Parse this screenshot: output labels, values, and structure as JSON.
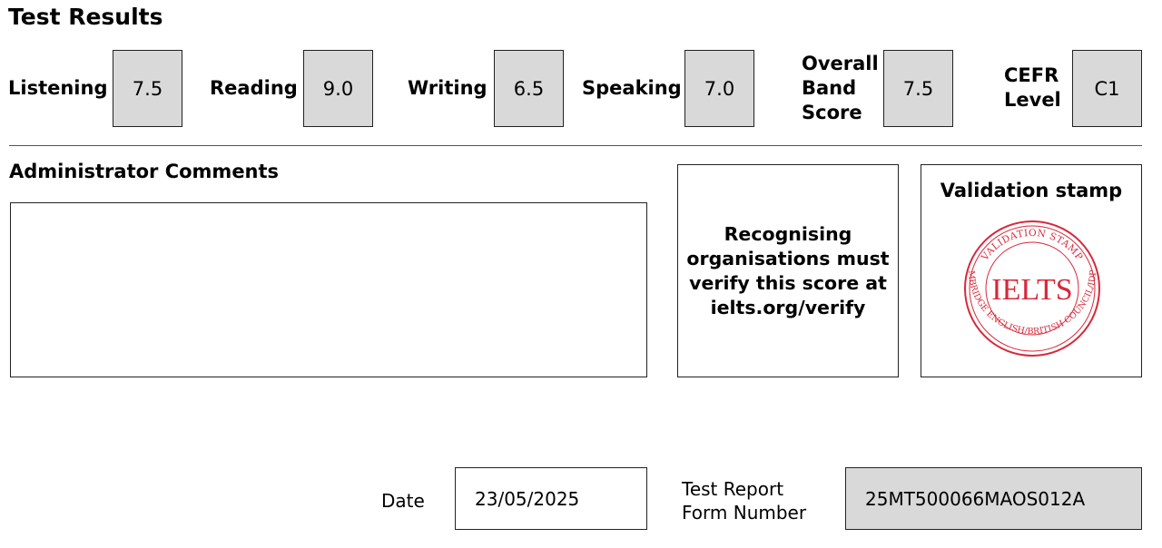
{
  "page_title": "Test Results",
  "scores": [
    {
      "label": "Listening",
      "value": "7.5"
    },
    {
      "label": "Reading",
      "value": "9.0"
    },
    {
      "label": "Writing",
      "value": "6.5"
    },
    {
      "label": "Speaking",
      "value": "7.0"
    },
    {
      "label_lines": [
        "Overall",
        "Band",
        "Score"
      ],
      "value": "7.5"
    },
    {
      "label_lines": [
        "CEFR",
        "Level"
      ],
      "value": "C1"
    }
  ],
  "admin_comments": {
    "heading": "Administrator Comments",
    "text": ""
  },
  "verify_notice": "Recognising organisations must verify this score at ielts.org/verify",
  "validation": {
    "heading": "Validation stamp",
    "stamp_text": "IELTS",
    "stamp_arc_top": "VALIDATION STAMP",
    "stamp_arc_bottom": "CAMBRIDGE ENGLISH/BRITISH COUNCIL/IDP:IA",
    "stamp_color": "#d8283a"
  },
  "date": {
    "label": "Date",
    "value": "23/05/2025"
  },
  "trf": {
    "label_lines": [
      "Test Report",
      "Form Number"
    ],
    "value": "25MT500066MAOS012A"
  }
}
